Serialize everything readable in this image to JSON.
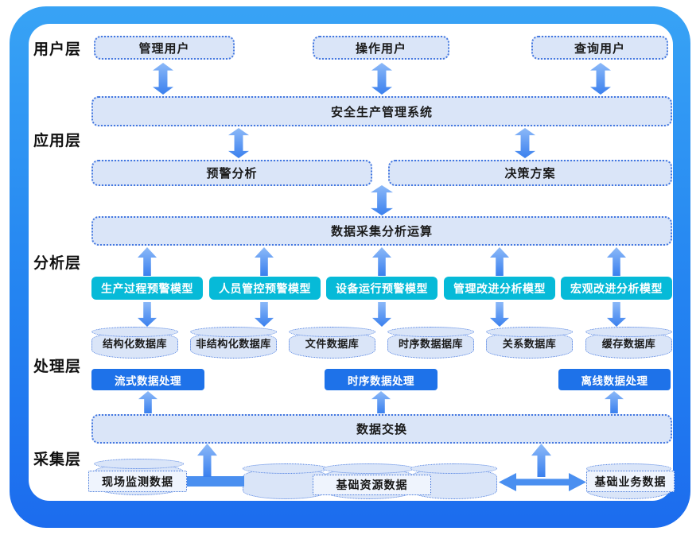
{
  "colors": {
    "frame_top": "#38A3F5",
    "frame_bottom": "#1C6CEE",
    "light_box_fill": "#DAE5F8",
    "box_border_blue": "#4377E0",
    "model_teal": "#06BAD8",
    "processor_blue": "#1E72E9",
    "arrow_blue": "#3A80EE"
  },
  "layers": {
    "user": "用户层",
    "app": "应用层",
    "analysis": "分析层",
    "process": "处理层",
    "collect": "采集层"
  },
  "user_layer": {
    "boxes": [
      "管理用户",
      "操作用户",
      "查询用户"
    ]
  },
  "app_layer": {
    "system": "安全生产管理系统",
    "warning": "预警分析",
    "decision": "决策方案"
  },
  "analysis_layer": {
    "compute": "数据采集分析运算",
    "models": [
      "生产过程预警模型",
      "人员管控预警模型",
      "设备运行预警模型",
      "管理改进分析模型",
      "宏观改进分析模型"
    ]
  },
  "process_layer": {
    "databases": [
      "结构化数据库",
      "非结构化数据库",
      "文件数据库",
      "时序数据据库",
      "关系数据库",
      "缓存数据库"
    ],
    "processors": [
      "流式数据处理",
      "时序数据处理",
      "离线数据处理"
    ]
  },
  "collect_layer": {
    "exchange": "数据交换",
    "sources": [
      "现场监测数据",
      "基础资源数据",
      "基础业务数据"
    ]
  }
}
